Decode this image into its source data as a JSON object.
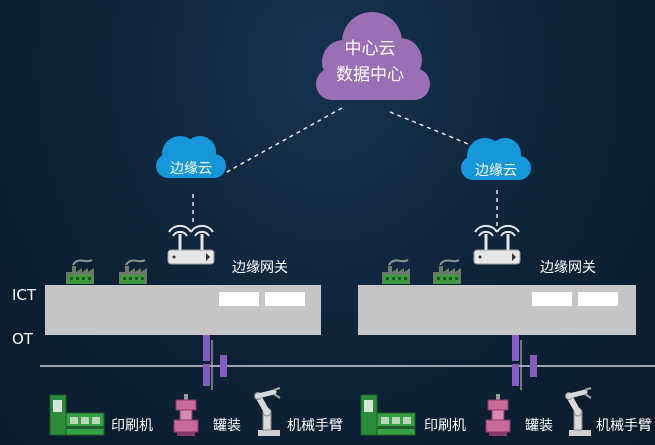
{
  "clouds": {
    "center": {
      "line1": "中心云",
      "line2": "数据中心",
      "color": "#9b6fb6"
    },
    "edge_left": {
      "label": "边缘云",
      "color": "#1597d9"
    },
    "edge_right": {
      "label": "边缘云",
      "color": "#1597d9"
    }
  },
  "gateways": {
    "left": {
      "label": "边缘网关"
    },
    "right": {
      "label": "边缘网关"
    }
  },
  "layers": {
    "ict": "ICT",
    "ot": "OT"
  },
  "devices": {
    "left": {
      "printer": "印刷机",
      "canning": "罐装",
      "robot_arm": "机械手臂"
    },
    "right": {
      "printer": "印刷机",
      "canning": "罐装",
      "robot_arm": "机械手臂"
    }
  },
  "colors": {
    "platform": "#c5c5c5",
    "factory": "#6a7a6a",
    "printer": "#2c8a3c",
    "canning": "#c86a9a",
    "connector": "#8a5bbf"
  }
}
